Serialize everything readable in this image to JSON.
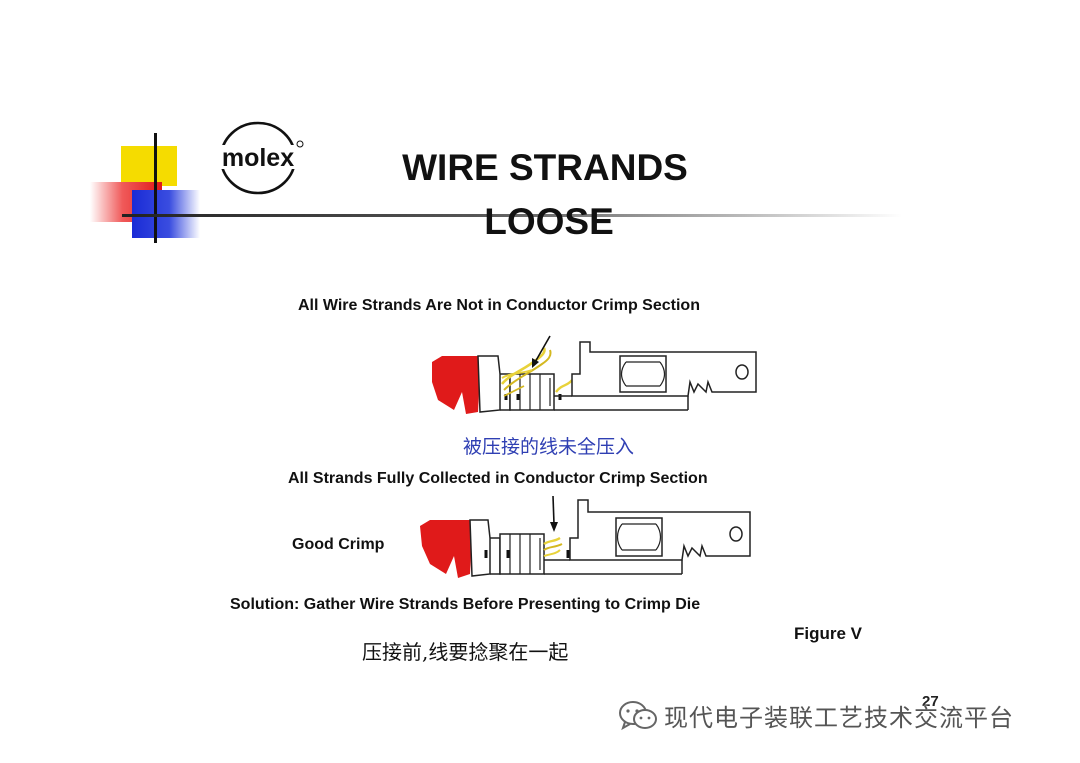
{
  "logo": {
    "text": "molex"
  },
  "title": {
    "line1": "WIRE STRANDS",
    "line2": "LOOSE"
  },
  "figure_top": {
    "caption": "All Wire Strands Are Not in Conductor Crimp Section",
    "cn_note": "被压接的线未全压入"
  },
  "figure_bottom": {
    "caption": "All Strands Fully Collected in Conductor Crimp Section",
    "side_label": "Good Crimp"
  },
  "solution": {
    "text": "Solution: Gather Wire Strands Before Presenting to Crimp Die",
    "cn_note": "压接前,线要捻聚在一起"
  },
  "figure_label": "Figure V",
  "page_number": "27",
  "watermark": {
    "text": "现代电子装联工艺技术交流平台"
  },
  "colors": {
    "insulation": "#e01a1a",
    "strands": "#e8d23a",
    "accent_blue": "#2f3fb3"
  }
}
